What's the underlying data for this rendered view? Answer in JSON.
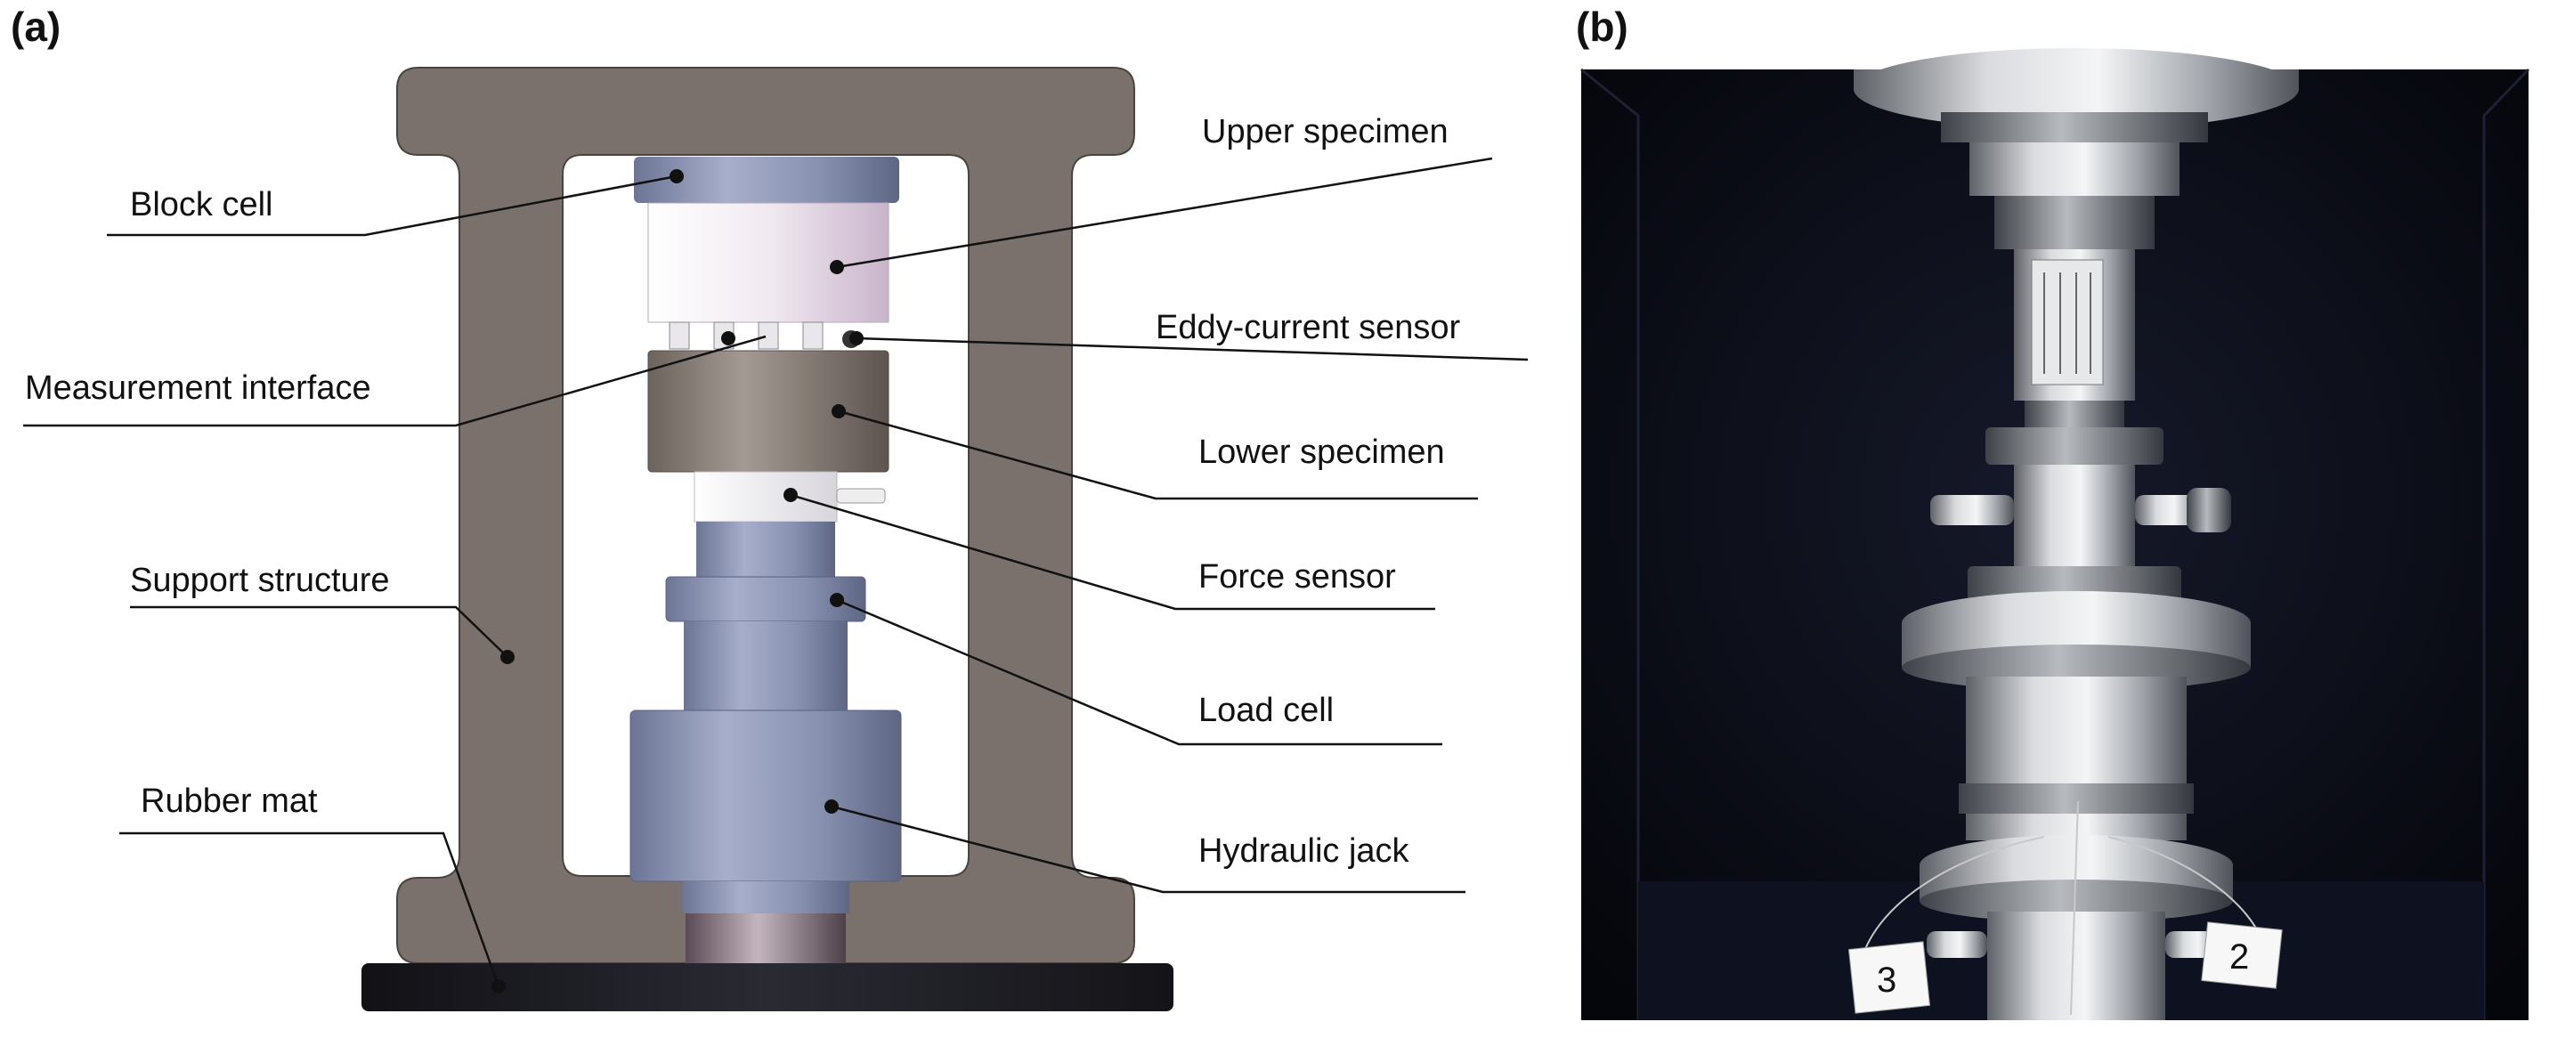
{
  "panel_a": {
    "label": "(a)",
    "callouts": {
      "block_cell": "Block cell",
      "measurement_interface": "Measurement interface",
      "support_structure": "Support structure",
      "rubber_mat": "Rubber mat",
      "upper_specimen": "Upper specimen",
      "eddy_current_sensor": "Eddy-current sensor",
      "lower_specimen": "Lower specimen",
      "force_sensor": "Force sensor",
      "load_cell": "Load cell",
      "hydraulic_jack": "Hydraulic jack"
    },
    "colors": {
      "frame": "#7a716c",
      "frame_edge": "#4a4440",
      "rubber_mat": "#1e1e24",
      "steel_blue": "#8c95b3",
      "upper_specimen": "#e9dde9",
      "lower_specimen": "#8a8079",
      "force_sensor": "#f2f1f3"
    }
  },
  "panel_b": {
    "label": "(b)",
    "tags": [
      "3",
      "2"
    ],
    "colors": {
      "background": "#0b0d16",
      "steel": "#b9bcc1"
    }
  }
}
